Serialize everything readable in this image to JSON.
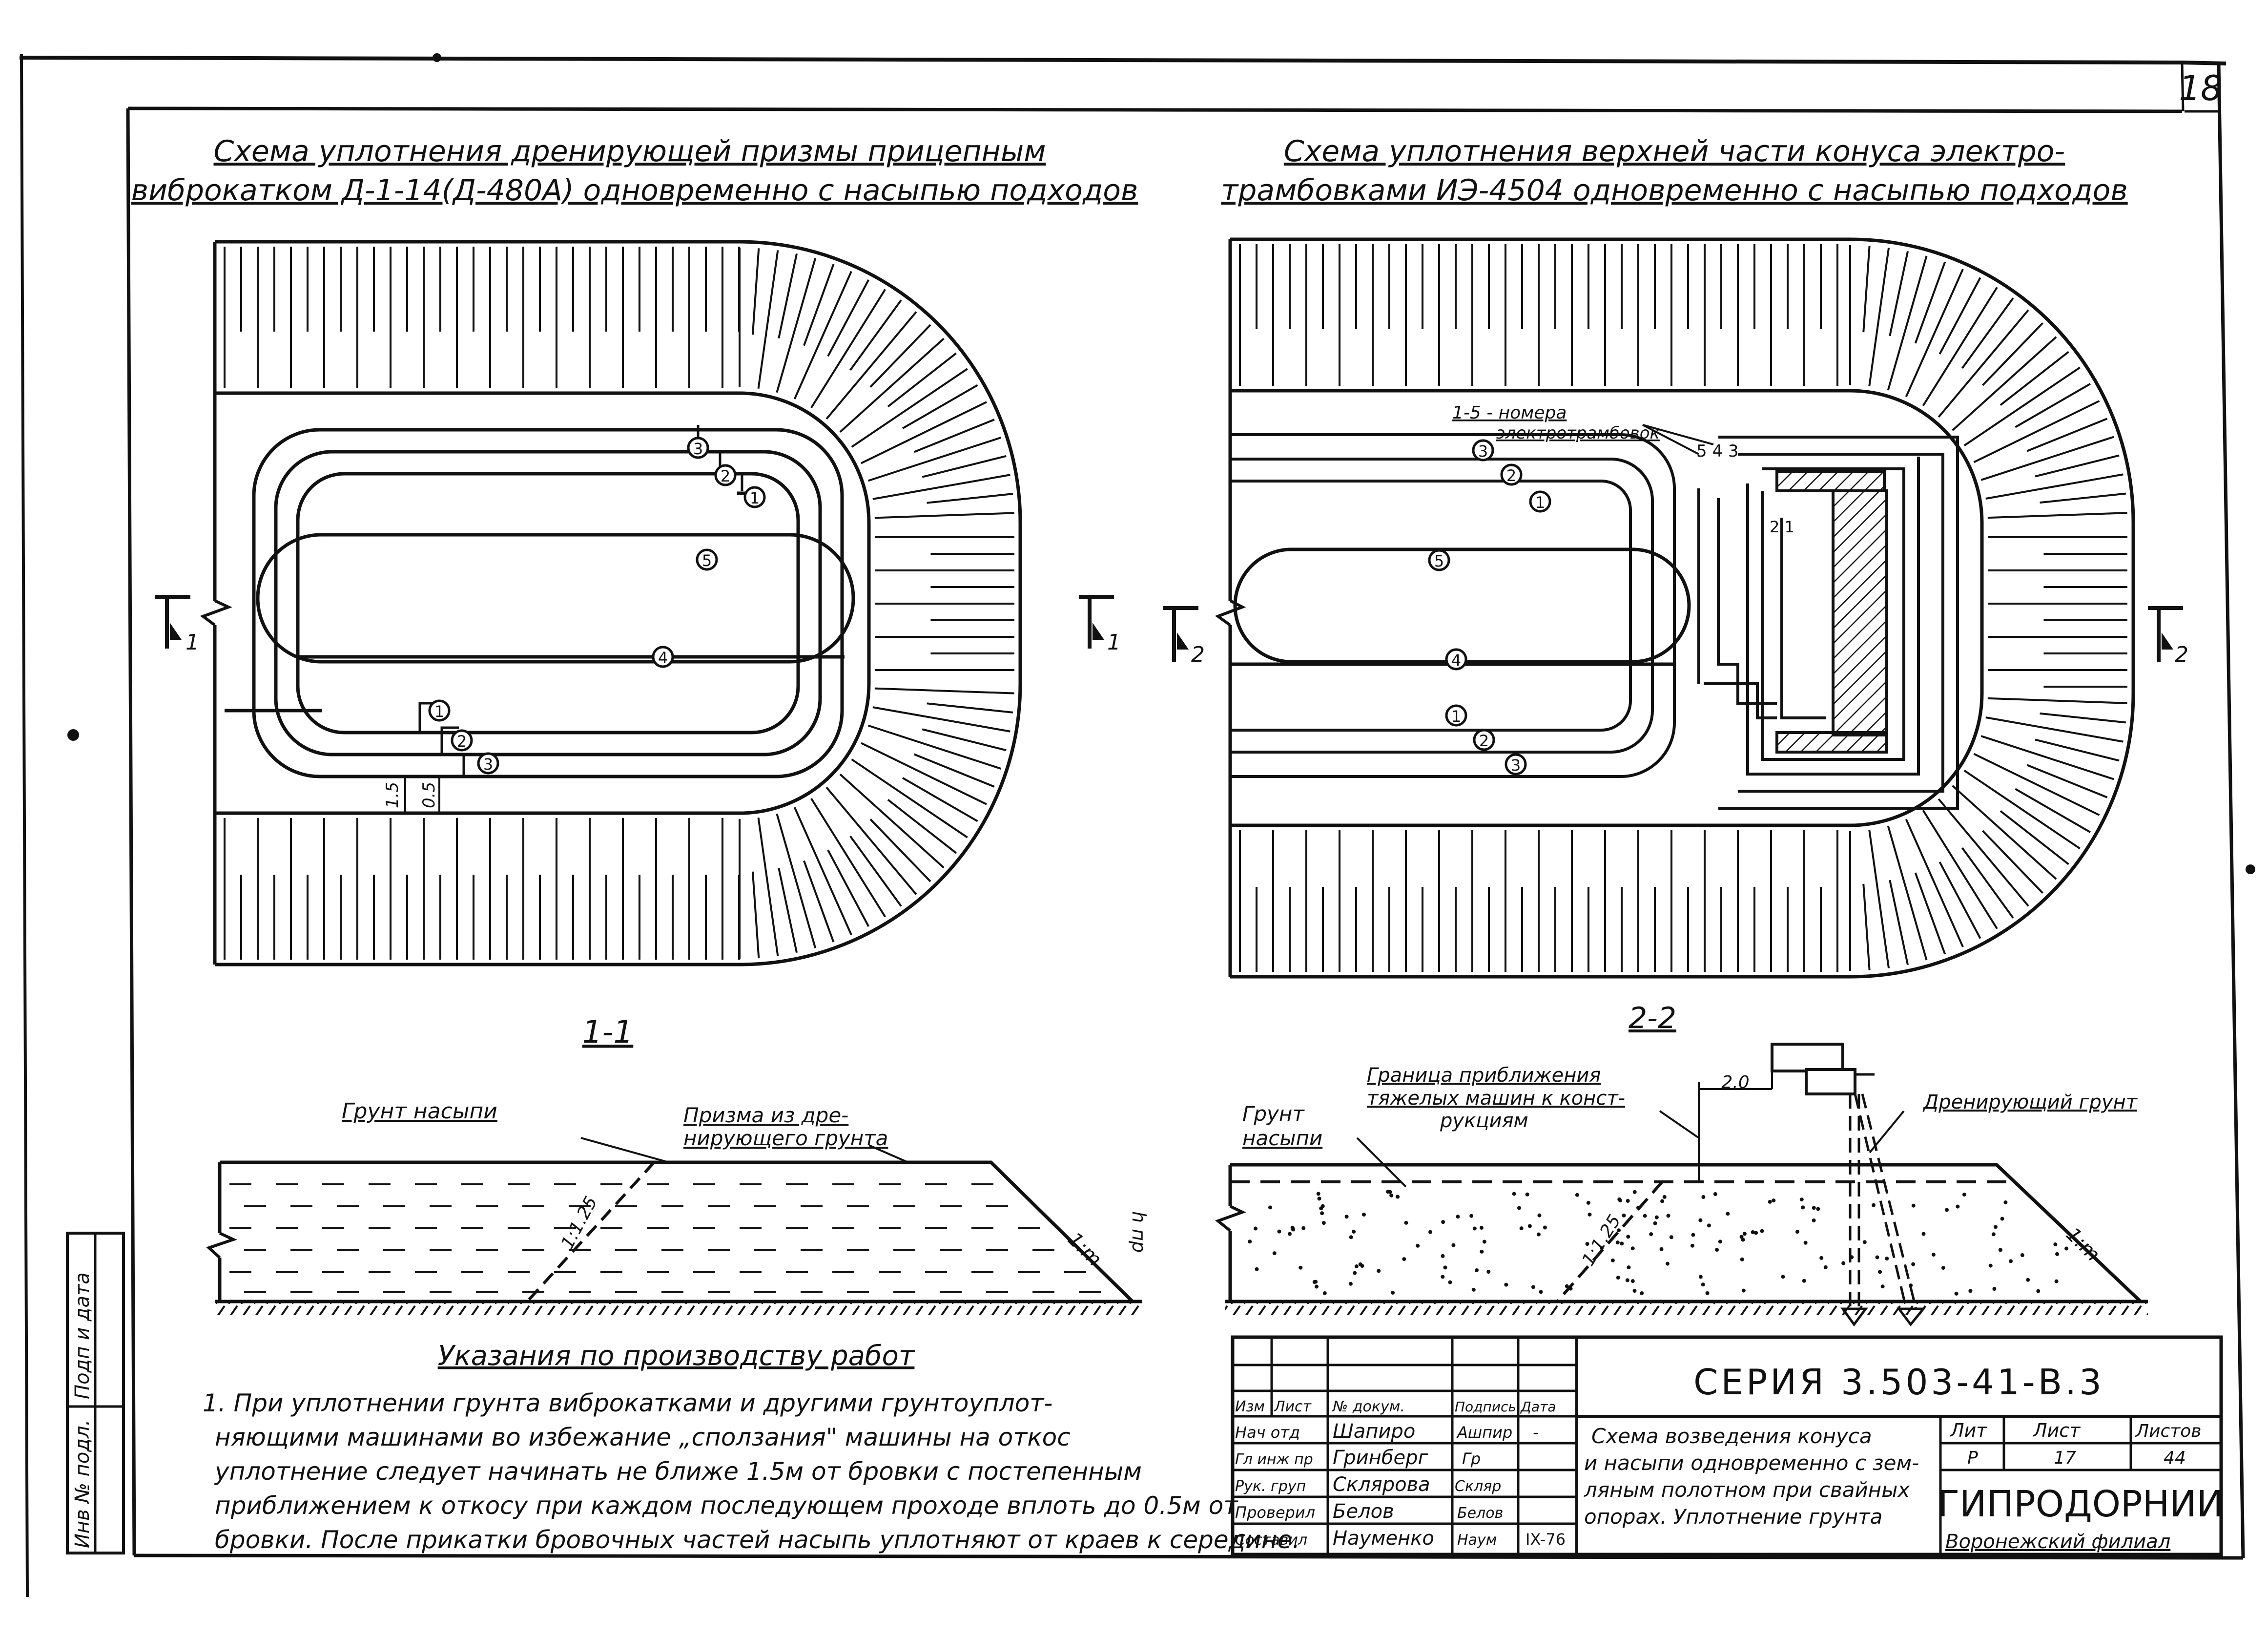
{
  "sheet_number": "18",
  "left_plan": {
    "title_line1": "Схема уплотнения дренирующей призмы прицепным",
    "title_line2": "виброкатком Д-1-14(Д-480А) одновременно с насыпью подходов",
    "markers": [
      "1",
      "2",
      "3",
      "4",
      "5",
      "1",
      "2",
      "3"
    ],
    "dim_a": "1.5",
    "dim_b": "0.5",
    "section_mark": "1"
  },
  "right_plan": {
    "title_line1": "Схема уплотнения верхней части конуса электро-",
    "title_line2": "трамбовками ИЭ-4504 одновременно с насыпью подходов",
    "note_line1": "1-5 - номера",
    "note_line2": "электротрамбовок",
    "numbers_top": "5 4 3",
    "numbers_mid": "2 1",
    "markers": [
      "3",
      "2",
      "1",
      "5",
      "4",
      "1",
      "2",
      "3"
    ],
    "section_mark": "2"
  },
  "section_1": {
    "label": "1-1",
    "soil_label": "Грунт насыпи",
    "prism_label_line1": "Призма из дре-",
    "prism_label_line2": "нирующего грунта",
    "slope_inner": "1:1.25",
    "slope_outer": "1:m",
    "height": "h пр"
  },
  "section_2": {
    "label": "2-2",
    "soil_label_line1": "Грунт",
    "soil_label_line2": "насыпи",
    "limit_line1": "Граница приближения",
    "limit_line2": "тяжелых машин к конст-",
    "limit_line3": "рукциям",
    "dim": "2.0",
    "drain_label": "Дренирующий грунт",
    "slope_inner": "1:1.25",
    "slope_outer": "1:m"
  },
  "instructions": {
    "title": "Указания по производству работ",
    "lines": [
      "1. При уплотнении грунта виброкатками и другими грунтоуплот-",
      "няющими машинами во избежание „сползания\" машины на откос",
      "уплотнение следует начинать не ближе 1.5м от бровки с постепенным",
      "приближением к откосу при каждом последующем проходе вплоть до 0.5м от",
      "бровки. После прикатки бровочных частей насыпь уплотняют от краев к середине."
    ]
  },
  "side_stamp": {
    "cell1": "Инв № подл.",
    "cell2": "Подп и дата"
  },
  "title_block": {
    "series": "СЕРИЯ  3.503-41-В.3",
    "header": [
      "Изм",
      "Лист",
      "№ докум.",
      "Подпись",
      "Дата"
    ],
    "rows": [
      {
        "role": "Нач отд",
        "name": "Шапиро",
        "sign": "Ашпир",
        "date": "-"
      },
      {
        "role": "Гл инж пр",
        "name": "Гринберг",
        "sign": "Гр",
        "date": ""
      },
      {
        "role": "Рук. груп",
        "name": "Склярова",
        "sign": "Скляр",
        "date": ""
      },
      {
        "role": "Проверил",
        "name": "Белов",
        "sign": "Белов",
        "date": ""
      },
      {
        "role": "Составил",
        "name": "Науменко",
        "sign": "Наум",
        "date": "IX-76"
      }
    ],
    "desc": [
      "Схема возведения конуса",
      "и насыпи одновременно с зем-",
      "ляным полотном при свайных",
      "опорах. Уплотнение грунта"
    ],
    "lit_header": [
      "Лит",
      "Лист",
      "Листов"
    ],
    "lit_values": [
      "Р",
      "17",
      "44"
    ],
    "org": "ГИПРОДОРНИИ",
    "branch": "Воронежский филиал"
  }
}
